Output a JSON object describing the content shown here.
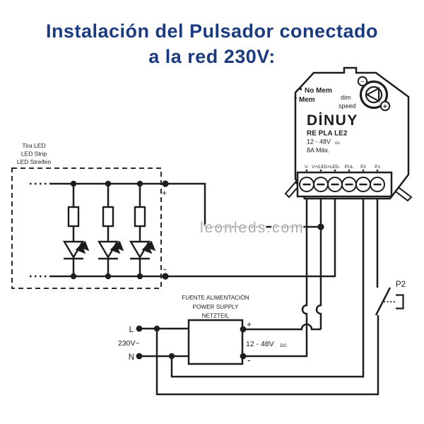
{
  "title": {
    "line1": "Instalación del Pulsador conectado",
    "line2": "a la red 230V:"
  },
  "watermark": "leonleds.com",
  "led_strip": {
    "label_es": "Tira LED",
    "label_en": "LED Strip",
    "label_de": "LED Streifen",
    "plus": "+",
    "minus": "-"
  },
  "device": {
    "brand": "DİNUY",
    "model": "RE PLA LE2",
    "voltage": "12 - 48V",
    "voltage_sub": "cc",
    "current": "8A Máx.",
    "mem_no": "No Mem",
    "mem": "Mem",
    "dim_word1": "dim",
    "dim_word2": "speed",
    "dial_minus": "−",
    "dial_plus": "+",
    "terminals": [
      "V-",
      "V+/LED+",
      "LED-",
      "PUL",
      "P2",
      "P1"
    ]
  },
  "power_supply": {
    "label_es": "FUENTE ALIMENTACIÓN",
    "label_en": "POWER SUPPLY",
    "label_de": "NETZTEIL",
    "line": "L",
    "neutral": "N",
    "mains": "230V~",
    "plus": "+",
    "minus": "-",
    "output": "12 - 48V",
    "output_sub": "DC"
  },
  "pushbutton": {
    "label": "P2"
  },
  "colors": {
    "title_blue": "#1b3b80",
    "wire_black": "#1d1d1d",
    "watermark_gray": "#a9a9a9"
  }
}
